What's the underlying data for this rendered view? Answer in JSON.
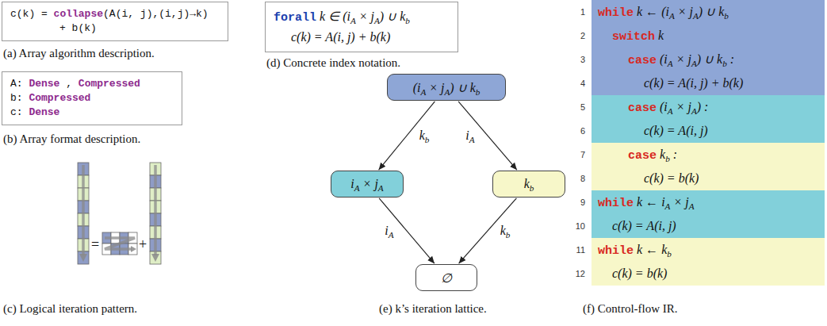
{
  "diagram": {
    "nodes": [
      {
        "text": [
          "c(k) = collapse(A(i, j),(i,j)→k)",
          "+ b(k)"
        ]
      },
      {
        "text": [
          "A: Dense , Compressed",
          "b: Compressed",
          "c: Dense"
        ]
      },
      {
        "text": [
          "forall k ∈ (iA × jA) ∪ kb",
          "c(k) = A(i, j) + b(k)"
        ]
      },
      {
        "text": [
          "(iA × jA) ∪ kb"
        ]
      },
      {
        "text": [
          "iA × jA"
        ]
      },
      {
        "text": [
          "kb"
        ]
      },
      {
        "text": [
          "∅"
        ]
      },
      {
        "text": [
          "while k ← (iA × jA) ∪ kb",
          "switch k",
          "case (iA × jA) ∪ kb :",
          "c(k) = A(i, j) + b(k)"
        ]
      },
      {
        "text": [
          "case (iA × jA) :",
          "c(k) = A(i, j)"
        ]
      },
      {
        "text": [
          "case kb :",
          "c(k) = b(k)"
        ]
      },
      {
        "text": [
          "while k ← iA × jA",
          "c(k) = A(i, j)"
        ]
      },
      {
        "text": [
          "while k ← kb",
          "c(k) = b(k)"
        ]
      }
    ],
    "edges": [
      {
        "from": 3,
        "to": 4,
        "arrow": "to",
        "label": "kb"
      },
      {
        "from": 3,
        "to": 5,
        "arrow": "to",
        "label": "iA"
      },
      {
        "from": 4,
        "to": 6,
        "arrow": "to",
        "label": "iA"
      },
      {
        "from": 5,
        "to": 6,
        "arrow": "to",
        "label": "kb"
      }
    ],
    "labels": [
      "(a) Array algorithm description.",
      "(b) Array format description.",
      "=",
      "+",
      "(c) Logical iteration pattern.",
      "(d) Concrete index notation.",
      "(e) k’s iteration lattice.",
      "(f) Control-flow IR.",
      "1",
      "2",
      "3",
      "4",
      "5",
      "6",
      "7",
      "8",
      "9",
      "10",
      "11",
      "12"
    ]
  }
}
